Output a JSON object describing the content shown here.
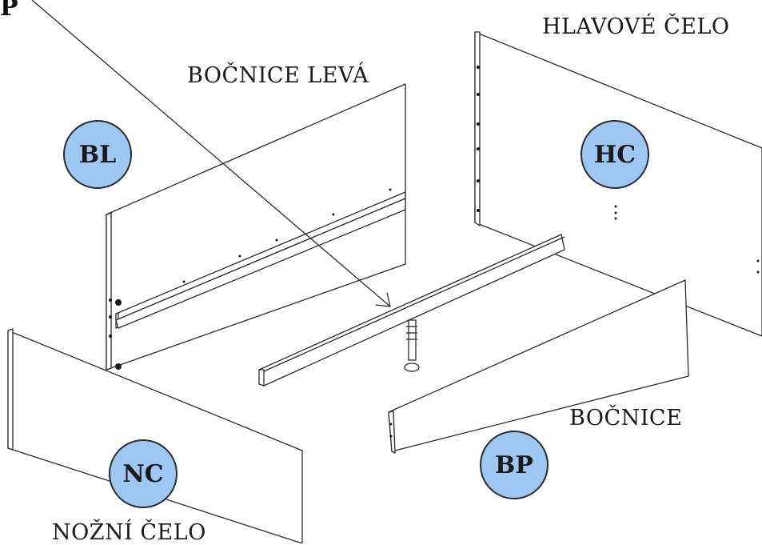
{
  "labels": {
    "hlavove_celo": "HLAVOVÉ ČELO",
    "bocnice_leva": "BOČNICE LEVÁ",
    "bocnice": "BOČNICE",
    "nozni_celo": "NOŽNÍ ČELO"
  },
  "badges": {
    "bl": "BL",
    "hc": "HC",
    "nc": "NC",
    "bp": "BP"
  },
  "marker": "P",
  "colors": {
    "badge_fill": "#9ec7f3",
    "outline": "#2b2b2b"
  }
}
